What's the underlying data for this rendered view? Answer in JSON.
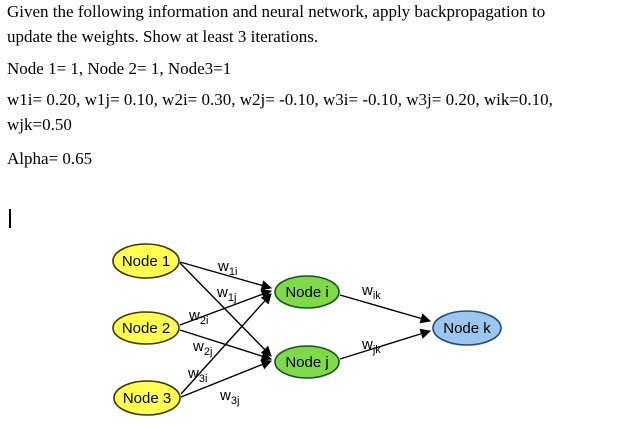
{
  "document": {
    "question": {
      "line1": "Given the following information and neural network, apply backpropagation to",
      "line2": "update the weights. Show at least 3 iterations."
    },
    "node_values": "Node 1= 1, Node 2= 1, Node3=1",
    "weights_text": {
      "line1": "w1i= 0.20, w1j= 0.10, w2i= 0.30, w2j= -0.10, w3i= -0.10, w3j= 0.20, wik=0.10,",
      "line2": "wjk=0.50"
    },
    "alpha": "Alpha= 0.65"
  },
  "diagram": {
    "colors": {
      "input_node_fill": "#FFFF4D",
      "hidden_node_fill": "#7EDA46",
      "output_node_fill": "#9CC5EF",
      "edge_color": "#000000"
    },
    "nodes": [
      {
        "id": "node-1",
        "label": "Node 1",
        "layer": "input"
      },
      {
        "id": "node-2",
        "label": "Node 2",
        "layer": "input"
      },
      {
        "id": "node-3",
        "label": "Node 3",
        "layer": "input"
      },
      {
        "id": "node-i",
        "label": "Node i",
        "layer": "hidden"
      },
      {
        "id": "node-j",
        "label": "Node j",
        "layer": "hidden"
      },
      {
        "id": "node-k",
        "label": "Node k",
        "layer": "output"
      }
    ],
    "weights": [
      {
        "main": "w",
        "sub": "1i"
      },
      {
        "main": "w",
        "sub": "1j"
      },
      {
        "main": "w",
        "sub": "2i"
      },
      {
        "main": "w",
        "sub": "2j"
      },
      {
        "main": "w",
        "sub": "3i"
      },
      {
        "main": "w",
        "sub": "3j"
      },
      {
        "main": "w",
        "sub": "ik"
      },
      {
        "main": "w",
        "sub": "jk"
      }
    ],
    "edges": [
      {
        "from": "Node 1",
        "to": "Node i",
        "weight": "w1i"
      },
      {
        "from": "Node 1",
        "to": "Node j",
        "weight": "w1j"
      },
      {
        "from": "Node 2",
        "to": "Node i",
        "weight": "w2i"
      },
      {
        "from": "Node 2",
        "to": "Node j",
        "weight": "w2j"
      },
      {
        "from": "Node 3",
        "to": "Node i",
        "weight": "w3i"
      },
      {
        "from": "Node 3",
        "to": "Node j",
        "weight": "w3j"
      },
      {
        "from": "Node i",
        "to": "Node k",
        "weight": "wik"
      },
      {
        "from": "Node j",
        "to": "Node k",
        "weight": "wjk"
      }
    ]
  }
}
